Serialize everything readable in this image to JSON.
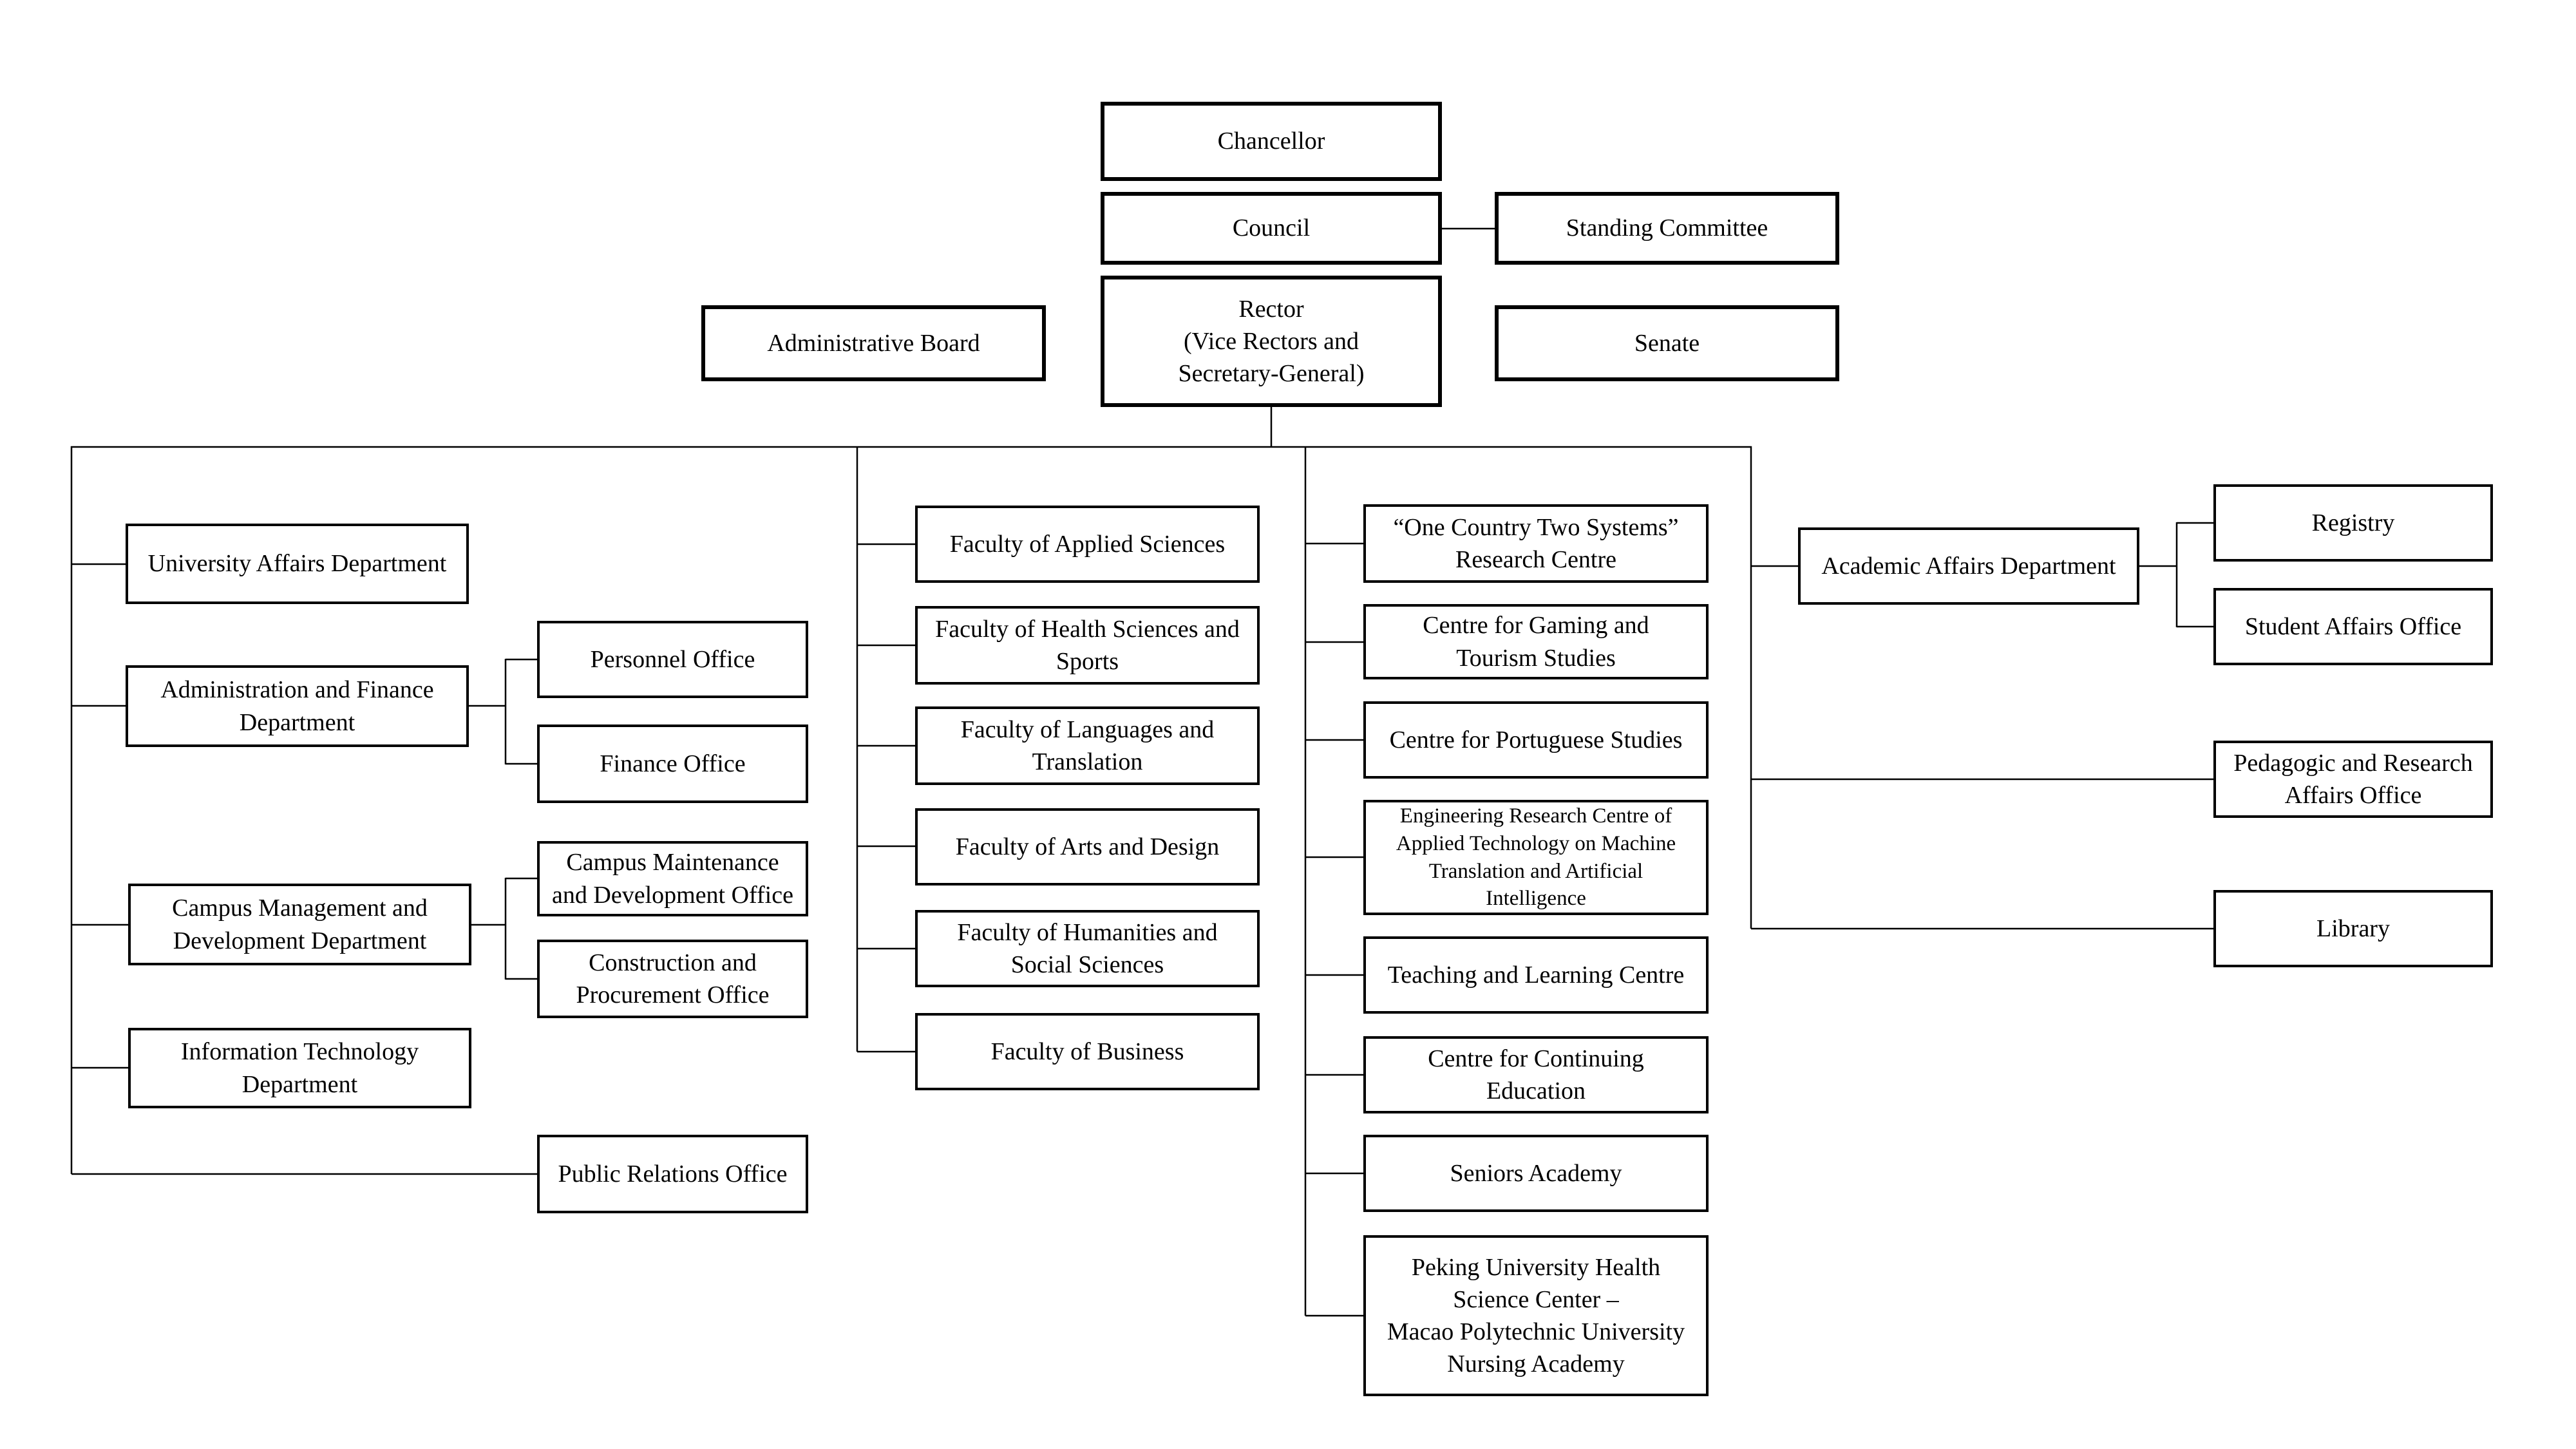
{
  "title": "University organisational chart",
  "colors": {
    "background": "#ffffff",
    "box_border": "#000000",
    "line": "#000000",
    "text": "#000000"
  },
  "nodes": {
    "chancellor": "Chancellor",
    "council": "Council",
    "standing_committee": "Standing Committee",
    "rector": "Rector\n(Vice Rectors and\nSecretary-General)",
    "administrative_board": "Administrative Board",
    "senate": "Senate",
    "university_affairs": "University Affairs Department",
    "admin_finance": "Administration and Finance\nDepartment",
    "personnel": "Personnel Office",
    "finance": "Finance Office",
    "campus_mgmt": "Campus Management and\nDevelopment Department",
    "campus_maintenance": "Campus Maintenance\nand Development Office",
    "construction": "Construction and\nProcurement Office",
    "it_dept": "Information Technology\nDepartment",
    "public_relations": "Public Relations Office",
    "applied_sciences": "Faculty of Applied Sciences",
    "health_sports": "Faculty of Health Sciences and\nSports",
    "languages_translation": "Faculty of Languages and\nTranslation",
    "arts_design": "Faculty of Arts and Design",
    "humanities_social": "Faculty of Humanities and\nSocial Sciences",
    "business": "Faculty of Business",
    "octs_research": "“One Country Two Systems”\nResearch Centre",
    "gaming_tourism": "Centre for Gaming and\nTourism Studies",
    "portuguese": "Centre for Portuguese Studies",
    "engineering": "Engineering Research Centre of\nApplied Technology on Machine\nTranslation and Artificial\nIntelligence",
    "teaching_learning": "Teaching and Learning Centre",
    "continuing_education": "Centre for Continuing\nEducation",
    "seniors_academy": "Seniors Academy",
    "peking_nursing": "Peking University Health\nScience Center –\nMacao Polytechnic University\nNursing Academy",
    "academic_affairs": "Academic Affairs Department",
    "registry": "Registry",
    "student_affairs": "Student Affairs Office",
    "pedagogic_research": "Pedagogic and Research\nAffairs Office",
    "library": "Library"
  }
}
